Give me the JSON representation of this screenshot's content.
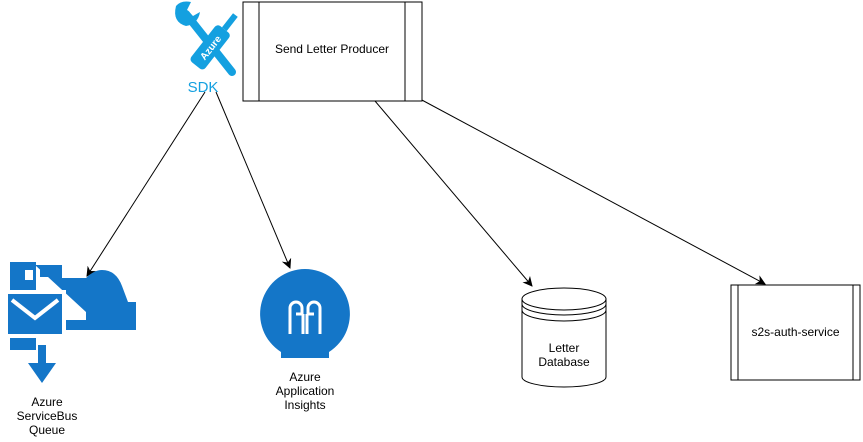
{
  "nodes": {
    "producer": {
      "label": "Send Letter Producer"
    },
    "sdk": {
      "badge": "Azure",
      "text": "SDK",
      "icon": "azure-sdk-tools-icon"
    },
    "servicebus": {
      "lines": [
        "Azure",
        "ServiceBus",
        "Queue"
      ],
      "icon": "azure-servicebus-queue-icon"
    },
    "insights": {
      "lines": [
        "Azure",
        "Application",
        "Insights"
      ],
      "icon": "azure-application-insights-icon"
    },
    "database": {
      "lines": [
        "Letter",
        "Database"
      ]
    },
    "auth": {
      "label": "s2s-auth-service"
    }
  },
  "colors": {
    "azure": "#0072C6",
    "stroke": "#000000"
  }
}
